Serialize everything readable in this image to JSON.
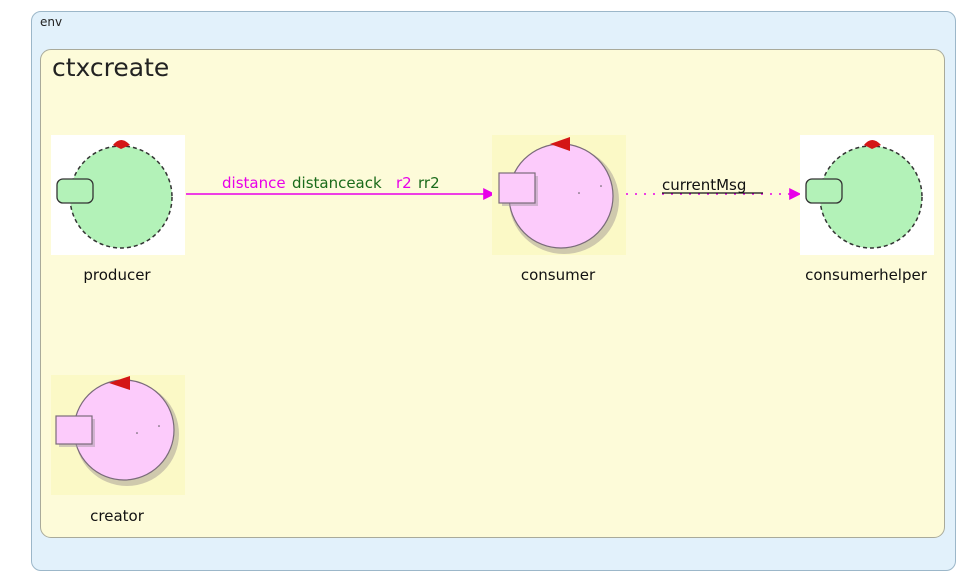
{
  "env": {
    "label": "env"
  },
  "context": {
    "label": "ctxcreate"
  },
  "actors": {
    "producer": {
      "label": "producer"
    },
    "consumer": {
      "label": "consumer"
    },
    "consumerhelper": {
      "label": "consumerhelper"
    },
    "creator": {
      "label": "creator"
    }
  },
  "links": {
    "producer_to_consumer": {
      "messages": [
        "distance",
        "distanceack",
        "r2",
        "rr2"
      ]
    },
    "consumer_to_consumerhelper": {
      "messages": [
        "currentMsg"
      ]
    }
  },
  "colors": {
    "env_bg": "#e2f1fb",
    "context_bg": "#fdfbd9",
    "passive_actor_fill": "#b3f2b8",
    "active_actor_fill": "#fccbfb",
    "marker_red": "#d41616",
    "link_magenta": "#e800e8",
    "message_green": "#1a6b1a"
  }
}
